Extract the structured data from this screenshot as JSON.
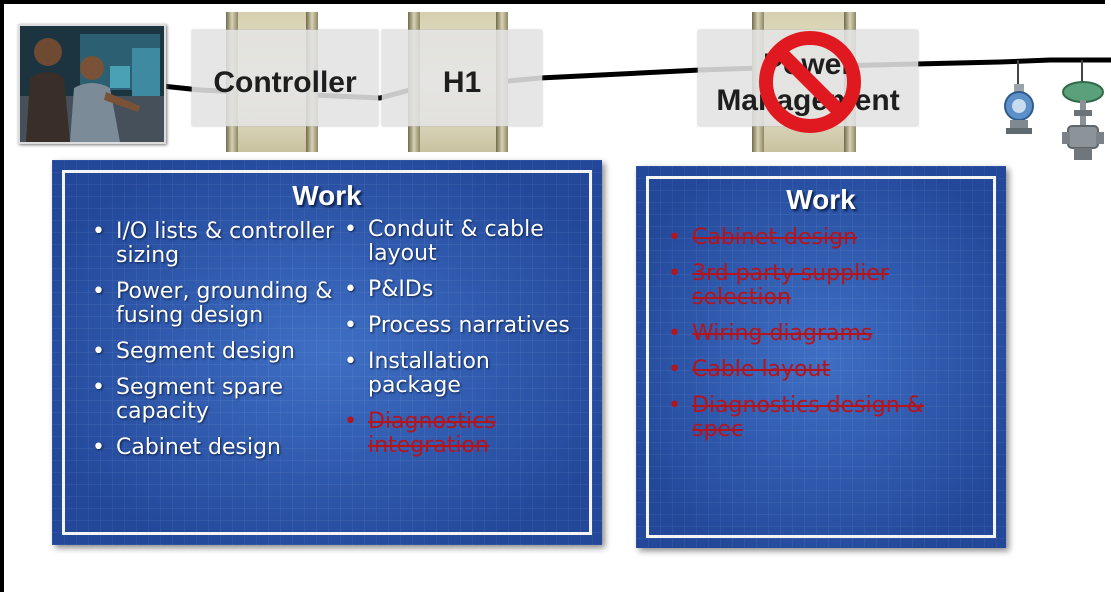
{
  "network": {
    "nodes": [
      {
        "label": "Controller"
      },
      {
        "label": "H1"
      },
      {
        "label_line1": "Power",
        "label_line2": "Management",
        "crossed_out": true
      }
    ]
  },
  "photo": {
    "description_icon": "control-room-operators-icon"
  },
  "devices": [
    {
      "icon": "pressure-transmitter-icon"
    },
    {
      "icon": "control-valve-icon"
    }
  ],
  "left_panel": {
    "title": "Work",
    "col1": [
      {
        "text": "I/O lists & controller sizing",
        "struck": false
      },
      {
        "text": "Power, grounding & fusing design",
        "struck": false
      },
      {
        "text": "Segment  design",
        "struck": false
      },
      {
        "text": "Segment spare capacity",
        "struck": false
      },
      {
        "text": "Cabinet design",
        "struck": false
      }
    ],
    "col2": [
      {
        "text": "Conduit & cable layout",
        "struck": false
      },
      {
        "text": "P&IDs",
        "struck": false
      },
      {
        "text": "Process narratives",
        "struck": false
      },
      {
        "text": "Installation package",
        "struck": false
      },
      {
        "text": "Diagnostics integration",
        "struck": true
      }
    ]
  },
  "right_panel": {
    "title": "Work",
    "items": [
      {
        "text": "Cabinet design",
        "struck": true
      },
      {
        "text": "3rd party supplier selection",
        "struck": true
      },
      {
        "text": "Wiring diagrams",
        "struck": true
      },
      {
        "text": "Cable  layout",
        "struck": true
      },
      {
        "text": "Diagnostics design & spec",
        "struck": true
      }
    ]
  },
  "colors": {
    "panel_blue": "#2b54a6",
    "strike_red": "#b4141c",
    "no_sign_red": "#e01820"
  }
}
